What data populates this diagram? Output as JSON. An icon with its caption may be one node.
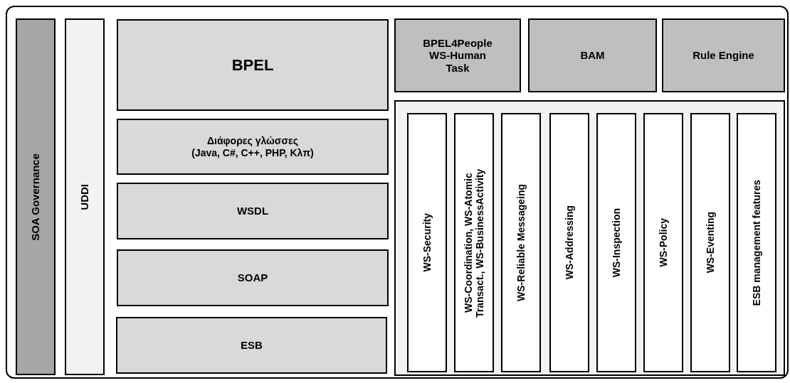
{
  "diagram": {
    "nodes": [
      {
        "text": [
          "SOA Governance"
        ]
      },
      {
        "text": [
          "UDDI"
        ]
      },
      {
        "text": [
          "BPEL"
        ]
      },
      {
        "text": [
          "BPEL4People WS-Human Task"
        ]
      },
      {
        "text": [
          "BAM"
        ]
      },
      {
        "text": [
          "Rule Engine"
        ]
      },
      {
        "text": [
          "Διάφορες γλώσσες",
          "(Java, C#, C++, PHP, Κλπ)"
        ]
      },
      {
        "text": [],
        "shape": "box"
      },
      {
        "text": [
          "WS-Security"
        ],
        "in": 7
      },
      {
        "text": [
          "WS-Coordination, WS-Atomic Transact., WS-BusinessActivity"
        ],
        "in": 7
      },
      {
        "text": [
          "WS-Reliable Messageing"
        ],
        "in": 7
      },
      {
        "text": [
          "WS-Addressing"
        ],
        "in": 7
      },
      {
        "text": [
          "WS-Inspection"
        ],
        "in": 7
      },
      {
        "text": [
          "WS-Policy"
        ],
        "in": 7
      },
      {
        "text": [
          "WS-Eventing"
        ],
        "in": 7
      },
      {
        "text": [
          "ESB management features"
        ],
        "in": 7
      },
      {
        "text": [
          "WSDL"
        ]
      },
      {
        "text": [
          "SOAP"
        ]
      },
      {
        "text": [
          "ESB"
        ]
      }
    ]
  }
}
